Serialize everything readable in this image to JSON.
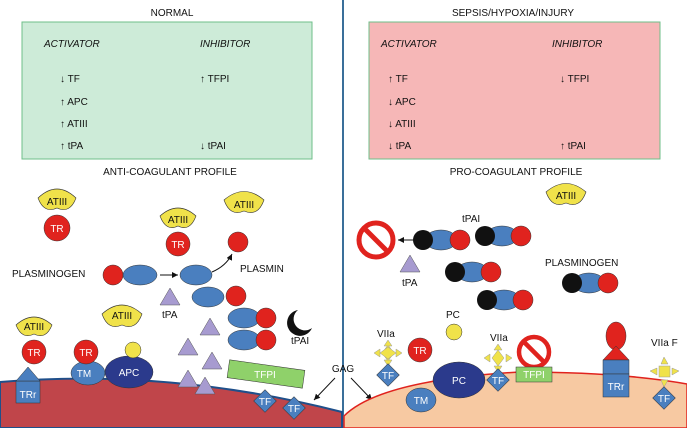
{
  "left_panel": {
    "header": "NORMAL",
    "box": {
      "activator_heading": "ACTIVATOR",
      "inhibitor_heading": "INHIBITOR",
      "activators": [
        "↓ TF",
        "↑ APC",
        "↑ ATIII",
        "↑ tPA"
      ],
      "inhibitors": [
        "↑ TFPI",
        "↓ tPAI"
      ]
    },
    "profile_label": "ANTI-COAGULANT PROFILE",
    "labels": {
      "plasminogen": "PLASMINOGEN",
      "plasmin": "PLASMIN",
      "tpa": "tPA",
      "tpai": "tPAI"
    },
    "molecules": {
      "atiii": "ATIII",
      "tr": "TR",
      "trr": "TRr",
      "tm": "TM",
      "apc": "APC",
      "tfpi": "TFPI",
      "tf": "TF"
    }
  },
  "right_panel": {
    "header": "SEPSIS/HYPOXIA/INJURY",
    "box": {
      "activator_heading": "ACTIVATOR",
      "inhibitor_heading": "INHIBITOR",
      "activators": [
        "↑ TF",
        "↓ APC",
        "↓ ATIII",
        "↓ tPA"
      ],
      "inhibitors": [
        "↓ TFPI",
        "↑ tPAI"
      ]
    },
    "profile_label": "PRO-COAGULANT PROFILE",
    "labels": {
      "tpai": "tPAI",
      "tpa": "tPA",
      "plasminogen": "PLASMINOGEN",
      "pc_free": "PC",
      "viia_1": "VIIa",
      "viia_2": "VIIa",
      "viia_f": "VIIa F"
    },
    "molecules": {
      "atiii": "ATIII",
      "tr": "TR",
      "tm": "TM",
      "pc": "PC",
      "tfpi": "TFPI",
      "trr": "TRr",
      "tf": "TF"
    }
  },
  "center": {
    "gag_label": "GAG"
  },
  "colors": {
    "normal_box": "#cdebd8",
    "normal_box_border": "#6fbf8a",
    "sepsis_box": "#f6b7b7",
    "sepsis_box_border": "#6fbf8a",
    "divider": "#3a6f9a",
    "cell_left": "#c0454a",
    "cell_right": "#f7c9a2",
    "tr_red": "#e0231e",
    "atiii_yellow": "#f0e24a",
    "receptor_blue": "#4a7fbf",
    "enzyme_navy": "#2b3a8c",
    "tfpi_green": "#8fd16a",
    "triangle_purple": "#a79bd0"
  }
}
